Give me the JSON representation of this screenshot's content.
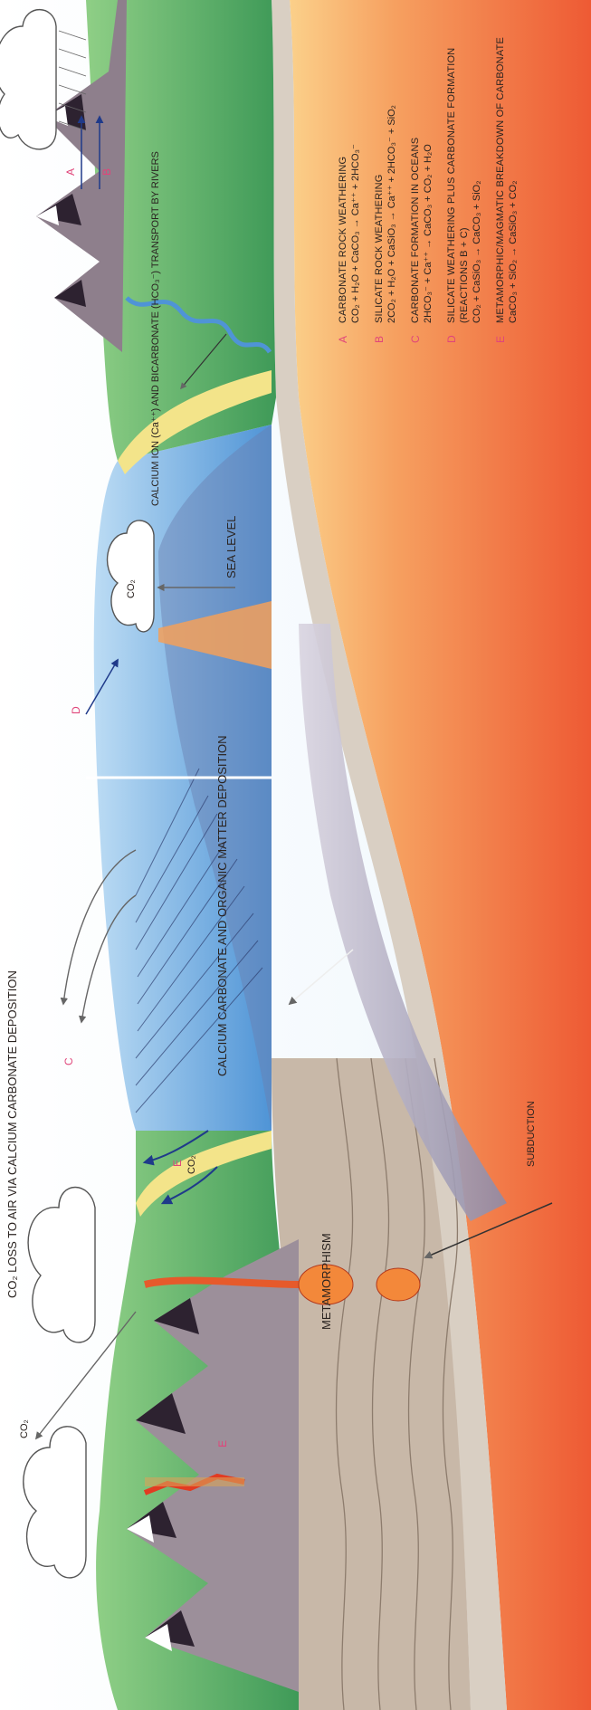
{
  "labels": {
    "co2_loss": "CO₂ LOSS TO AIR VIA CALCIUM CARBONATE DEPOSITION",
    "co2_volcano": "CO₂",
    "co2_ocean": "CO₂",
    "co2_ridge": "CO₂",
    "calcium_deposition": "CALCIUM CARBONATE AND ORGANIC MATTER DEPOSITION",
    "metamorphism": "METAMORPHISM",
    "subduction": "SUBDUCTION",
    "sea_level": "SEA LEVEL",
    "rivers": "CALCIUM ION (Ca⁺⁺) AND BICARBONATE (HCO₃⁻) TRANSPORT BY RIVERS"
  },
  "markers": {
    "A": "A",
    "B": "B",
    "C": "C",
    "D": "D",
    "E": "E"
  },
  "legend": [
    {
      "key": "A",
      "title": "CARBONATE ROCK WEATHERING",
      "equation": "CO₂ + H₂O + CaCO₃ → Ca⁺⁺ + 2HCO₃⁻"
    },
    {
      "key": "B",
      "title": "SILICATE ROCK WEATHERING",
      "equation": "2CO₂ + H₂O + CaSiO₃ → Ca⁺⁺ + 2HCO₃⁻ + SiO₂"
    },
    {
      "key": "C",
      "title": "CARBONATE FORMATION IN OCEANS",
      "equation": "2HCO₃⁻ + Ca⁺⁺ → CaCO₃ + CO₂ + H₂O"
    },
    {
      "key": "D",
      "title": "SILICATE WEATHERING PLUS CARBONATE FORMATION (REACTIONS B + C)",
      "equation": "CO₂ + CaSiO₃ → CaCO₃ + SiO₂"
    },
    {
      "key": "E",
      "title": "METAMORPHIC/MAGMATIC BREAKDOWN OF CARBONATE",
      "equation": "CaCO₃ + SiO₂ → CaSiO₃ + CO₂"
    }
  ],
  "colors": {
    "ocean": "#6fb0e3",
    "land": "#5bb36a",
    "beach": "#f3e48a",
    "mantle": "#f2683a",
    "crust": "#c8b8a8",
    "marker": "#e0457a"
  }
}
